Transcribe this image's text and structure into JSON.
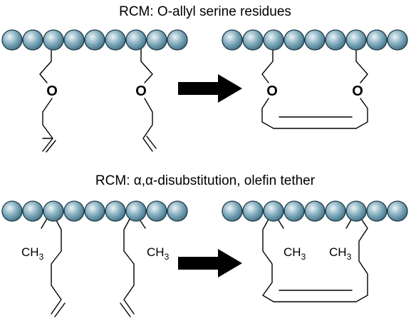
{
  "top_panel": {
    "title": "RCM: O-allyl serine residues",
    "oxygen_label": "O"
  },
  "bottom_panel": {
    "title_prefix": "RCM: ",
    "alpha_symbol": "α",
    "title_separator": ",",
    "title_suffix": "-disubstitution, olefin tether",
    "methyl_label": "CH",
    "methyl_subscript": "3"
  },
  "colors": {
    "bead_light": "#eaf3f6",
    "bead_mid": "#7ea9bb",
    "bead_dark": "#3f6e82",
    "bead_outline": "#1f3b47",
    "arrow": "#000000"
  },
  "chains": {
    "residues_per_chain": 9
  }
}
